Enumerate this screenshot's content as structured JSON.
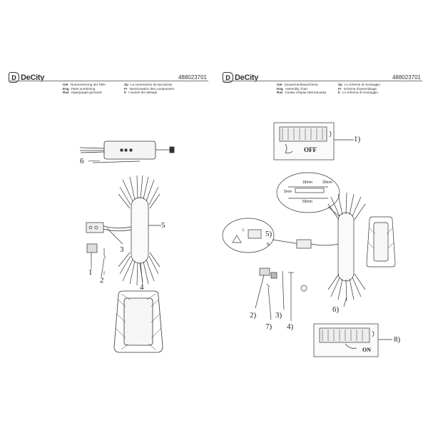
{
  "left_page": {
    "brand": "DeCity",
    "doc_number": "488023701",
    "header": [
      {
        "code": "Ger",
        "text": "Nummerierung der Teile"
      },
      {
        "code": "Eng",
        "text": "Parts numbering"
      },
      {
        "code": "Rus",
        "text": "Нумерация деталей"
      },
      {
        "code": "Sp",
        "text": "La numeración de las piezas"
      },
      {
        "code": "Fr",
        "text": "Numérotation des composants"
      },
      {
        "code": "It",
        "text": "I numeri dei dettagli"
      }
    ],
    "callouts": {
      "c1": "1",
      "c2": "2",
      "c3": "3",
      "c4": "4",
      "c5": "5",
      "c6": "6"
    }
  },
  "right_page": {
    "brand": "DeCity",
    "doc_number": "488023701",
    "header": [
      {
        "code": "Ger",
        "text": "Zusammenbauschema"
      },
      {
        "code": "Eng",
        "text": "Assembly chart"
      },
      {
        "code": "Rus",
        "text": "Схема сборки светильника"
      },
      {
        "code": "Sp",
        "text": "Lo schema di montaggio"
      },
      {
        "code": "Fr",
        "text": "Schéma d'assemblage"
      },
      {
        "code": "It",
        "text": "Lo schema di montaggio"
      }
    ],
    "callouts": {
      "c1": "1)",
      "c2": "2)",
      "c3": "3)",
      "c4": "4)",
      "c5": "5)",
      "c6": "6)",
      "c7": "7)",
      "c8": "8)"
    },
    "switch_off": "OFF",
    "switch_on": "ON",
    "dim_18": "18mm",
    "dim_20": "20mm",
    "dim_5": "5mm",
    "dim_55": "55mm",
    "wire_l": "L",
    "wire_n": "N"
  }
}
